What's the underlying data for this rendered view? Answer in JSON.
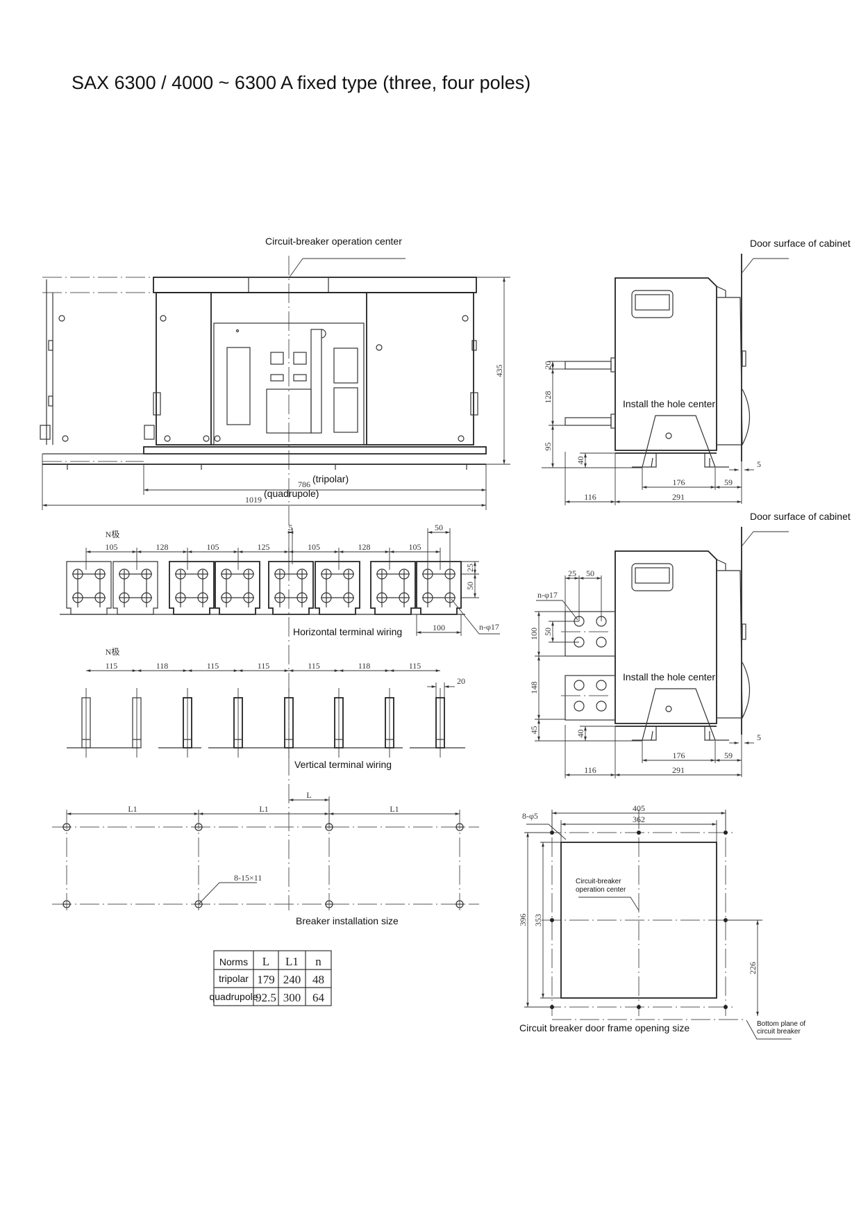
{
  "title": "SAX 6300 / 4000 ~ 6300 A fixed type (three, four poles)",
  "front_view": {
    "operation_center_label": "Circuit-breaker operation center",
    "dim_height": "435",
    "dim_tripolar": "786",
    "tripolar_label": "(tripolar)",
    "dim_quadrupole": "1019",
    "quadrupole_label": "(quadrupole)"
  },
  "side_view_top": {
    "door_label": "Door surface of cabinet",
    "hole_center_label": "Install the hole center",
    "dims": {
      "d20": "20",
      "d128": "128",
      "d95": "95",
      "d40": "40",
      "d116": "116",
      "d291": "291",
      "d176": "176",
      "d59": "59",
      "d5": "5"
    }
  },
  "side_view_bottom": {
    "door_label": "Door surface of cabinet",
    "hole_center_label": "Install the hole center",
    "hole_label": "n-φ17",
    "dims": {
      "d25": "25",
      "d50h": "50",
      "d100": "100",
      "d50v": "50",
      "d148": "148",
      "d45": "45",
      "d40": "40",
      "d116": "116",
      "d291": "291",
      "d176": "176",
      "d59": "59",
      "d5": "5"
    }
  },
  "horizontal_wiring": {
    "label": "Horizontal terminal wiring",
    "n_pole": "N极",
    "spacings": [
      "105",
      "128",
      "105",
      "125",
      "105",
      "128",
      "105"
    ],
    "d5": "5",
    "d50": "50",
    "d25": "25",
    "d50v": "50",
    "d100": "100",
    "hole_label": "n-φ17"
  },
  "vertical_wiring": {
    "label": "Vertical terminal wiring",
    "n_pole": "N极",
    "spacings": [
      "115",
      "118",
      "115",
      "115",
      "115",
      "118",
      "115"
    ],
    "d20": "20"
  },
  "installation": {
    "label": "Breaker installation size",
    "L1": "L1",
    "L": "L",
    "hole_label": "8-15×11"
  },
  "table": {
    "headers": [
      "Norms",
      "L",
      "L1",
      "n"
    ],
    "rows": [
      [
        "tripolar",
        "179",
        "240",
        "48"
      ],
      [
        "quadrupole",
        "92.5",
        "300",
        "64"
      ]
    ]
  },
  "door_frame": {
    "label": "Circuit breaker door frame opening size",
    "d405": "405",
    "d362": "362",
    "d396": "396",
    "d353": "353",
    "d226": "226",
    "hole_label": "8-φ5",
    "center_label_1": "Circuit-breaker",
    "center_label_2": "operation center",
    "bottom_label_1": "Bottom plane of",
    "bottom_label_2": "circuit breaker"
  }
}
